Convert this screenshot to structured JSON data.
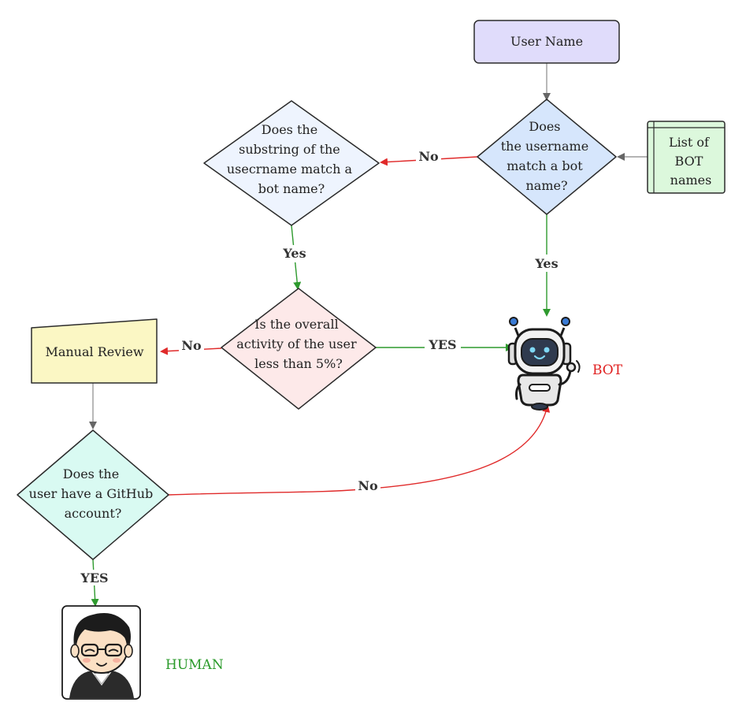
{
  "nodes": {
    "user_name": {
      "label": "User Name",
      "fill": "#e0dcfb",
      "stroke": "#2b2b2b"
    },
    "bot_match": {
      "lines": [
        "Does",
        "the username",
        "match a bot",
        "name?"
      ],
      "fill": "#d6e6fc"
    },
    "bot_list": {
      "lines": [
        "List of",
        "BOT",
        "names"
      ],
      "fill": "#dcf8dc"
    },
    "substring_match": {
      "lines": [
        "Does the",
        "substring of the",
        "usecrname match a",
        "bot name?"
      ],
      "fill": "#eef4fe"
    },
    "activity": {
      "lines": [
        "Is the overall",
        "activity of the user",
        "less than 5%?"
      ],
      "fill": "#fde9e9"
    },
    "manual_review": {
      "label": "Manual Review",
      "fill": "#fbf7c4"
    },
    "github": {
      "lines": [
        "Does the",
        "user have a GitHub",
        "account?"
      ],
      "fill": "#d9faf2"
    }
  },
  "edges": {
    "no_1": "No",
    "yes_1": "Yes",
    "yes_2": "Yes",
    "yes_activity": "YES",
    "no_activity": "No",
    "no_github": "No",
    "yes_github": "YES"
  },
  "outcomes": {
    "bot": {
      "label": "BOT",
      "color": "#e02020",
      "icon": "robot-icon"
    },
    "human": {
      "label": "HUMAN",
      "color": "#2a9a2a",
      "icon": "human-avatar-icon"
    }
  },
  "colors": {
    "no_arrow": "#e02a2a",
    "yes_arrow": "#2e9a2e",
    "neutral_arrow": "#888888",
    "outline": "#2b2b2b"
  }
}
